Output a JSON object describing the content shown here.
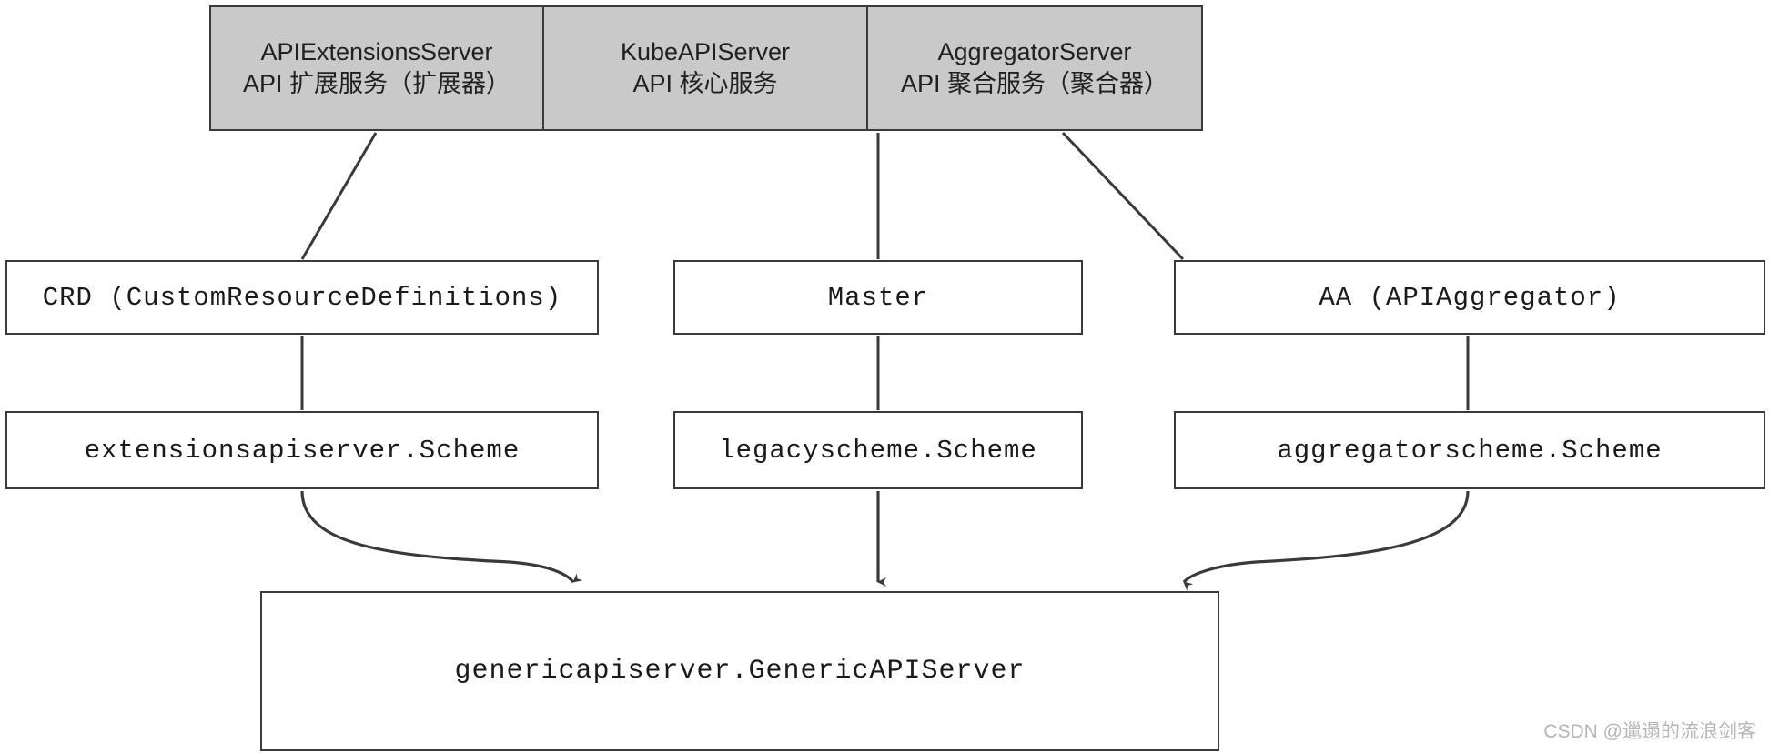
{
  "diagram": {
    "title": "Kubernetes API Server aggregation layers",
    "colors": {
      "server_bar_fill": "#c9c9c9",
      "stroke": "#3a3a3a",
      "box_fill": "#ffffff",
      "text": "#1a1a1a",
      "watermark": "#b6b6b6"
    },
    "servers": [
      {
        "en": "APIExtensionsServer",
        "cn": "API 扩展服务（扩展器）"
      },
      {
        "en": "KubeAPIServer",
        "cn": "API 核心服务"
      },
      {
        "en": "AggregatorServer",
        "cn": "API 聚合服务（聚合器）"
      }
    ],
    "boxes": {
      "crd": "CRD (CustomResourceDefinitions)",
      "master": "Master",
      "aa": "AA (APIAggregator)",
      "extensions_scheme": "extensionsapiserver.Scheme",
      "legacy_scheme": "legacyscheme.Scheme",
      "aggregator_scheme": "aggregatorscheme.Scheme",
      "generic": "genericapiserver.GenericAPIServer"
    },
    "watermark": "CSDN @邋遢的流浪剑客"
  }
}
